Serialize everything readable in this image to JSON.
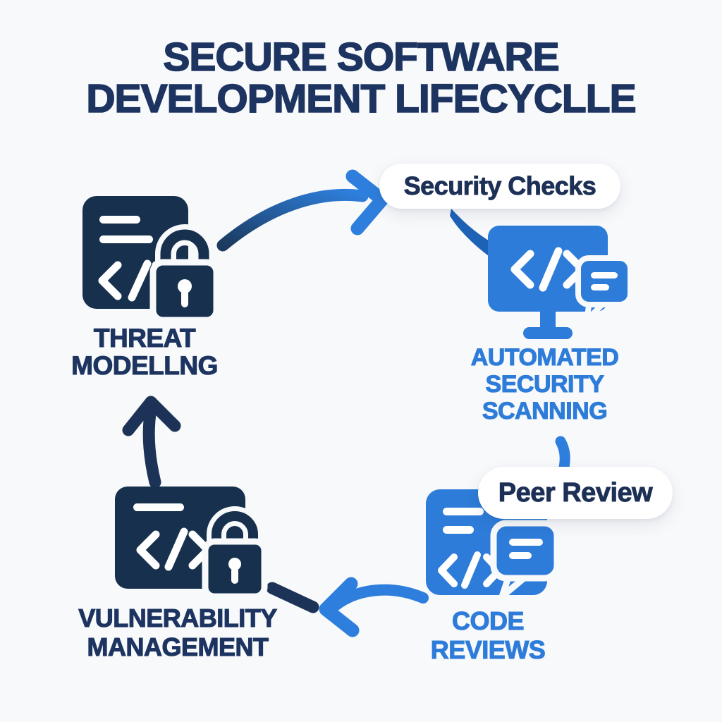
{
  "title": {
    "line1": "SECURE SOFTWARE",
    "line2": "DEVELOPMENT LIFECYCLLE"
  },
  "pills": {
    "security_checks": {
      "label": "Security Checks"
    },
    "peer_review": {
      "label": "Peer Review"
    }
  },
  "nodes": {
    "threat_modelling": {
      "label_lines": [
        "THREAT",
        "MODELLNG"
      ],
      "icon": "document-code-lock-icon",
      "text_color": "#1d3461"
    },
    "automated_security_scanning": {
      "label_lines": [
        "AUTOMATED",
        "SECURITY",
        "SCANNING"
      ],
      "icon": "monitor-code-chat-icon",
      "text_color": "#2e7cd9"
    },
    "code_reviews": {
      "label_lines": [
        "CODE",
        "REVIEWS"
      ],
      "icon": "document-code-chat-icon",
      "text_color": "#2e7cd9"
    },
    "vulnerability_management": {
      "label_lines": [
        "VULNERABILITY",
        "MANAGEMENT"
      ],
      "icon": "document-code-lock-icon",
      "text_color": "#1d3461"
    }
  },
  "diagram": {
    "type": "cycle",
    "flow": [
      "threat_modelling",
      "automated_security_scanning",
      "code_reviews",
      "vulnerability_management"
    ]
  },
  "colors": {
    "background": "#f8f9fb",
    "navy_icon": "#16304e",
    "navy_text": "#1d3461",
    "blue_icon": "#2e7cd9",
    "blue_arrow": "#2e7fdd",
    "swoosh_blue": "#1e62b6",
    "pill_background": "#ffffff"
  }
}
